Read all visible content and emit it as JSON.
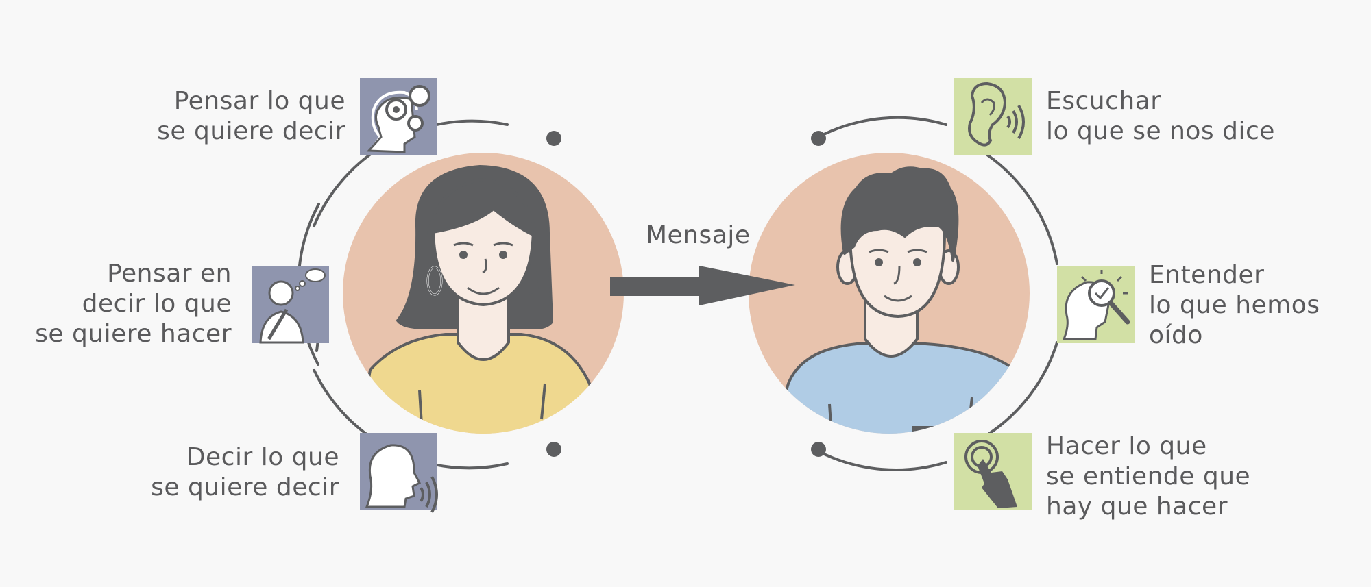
{
  "colors": {
    "background": "#f8f8f8",
    "ink": "#5d5e60",
    "text": "#5a5a5c",
    "avatar_circle": "#e8c3ad",
    "skin": "#f8ebe3",
    "woman_shirt": "#efd88f",
    "man_shirt": "#b0cce5",
    "sender_tile": "#8f95ae",
    "receiver_tile": "#d2e0a5"
  },
  "message": {
    "label": "Mensaje"
  },
  "sender_steps": [
    {
      "lines": [
        "Pensar lo que",
        "se quiere decir"
      ],
      "icon": "head-gears-icon"
    },
    {
      "lines": [
        "Pensar en",
        "decir lo que",
        "se quiere hacer"
      ],
      "icon": "person-thinking-icon"
    },
    {
      "lines": [
        "Decir lo que",
        "se quiere decir"
      ],
      "icon": "head-speaking-icon"
    }
  ],
  "receiver_steps": [
    {
      "lines": [
        "Escuchar",
        "lo que se nos dice"
      ],
      "icon": "ear-icon"
    },
    {
      "lines": [
        "Entender",
        "lo que hemos",
        "oído"
      ],
      "icon": "head-magnifier-icon"
    },
    {
      "lines": [
        "Hacer lo que",
        "se entiende que",
        "hay que hacer"
      ],
      "icon": "hand-tap-icon"
    }
  ]
}
